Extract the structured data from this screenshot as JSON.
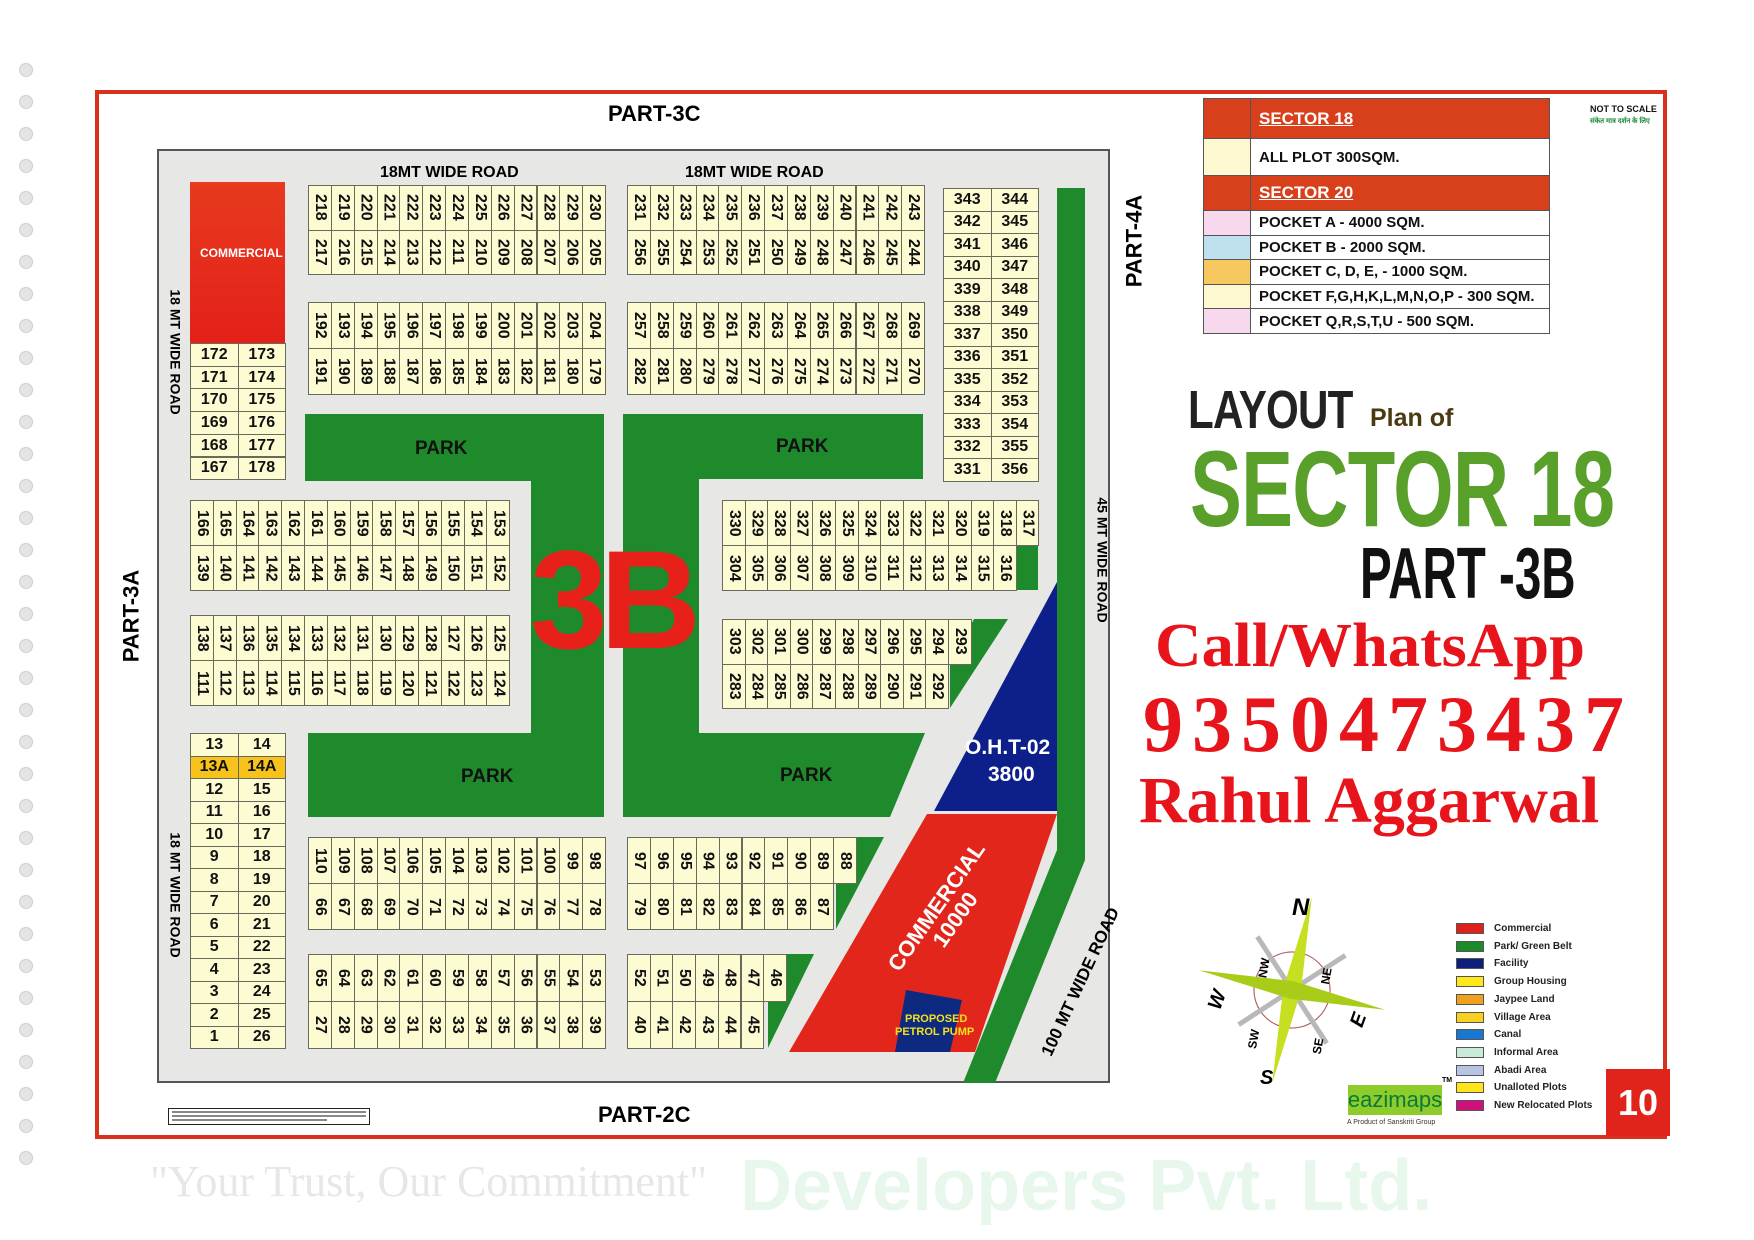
{
  "title": {
    "layout": "LAYOUT",
    "plan_of": "Plan of",
    "sector": "SECTOR 18",
    "part": "PART -3B"
  },
  "contact": {
    "call": "Call/WhatsApp",
    "phone": "9350473437",
    "name": "Rahul Aggarwal"
  },
  "not_to_scale": "NOT TO SCALE",
  "not_to_scale_hindi": "संकेत मात्र दर्शन के लिए",
  "page_number": "10",
  "parts": {
    "top": "PART-3C",
    "bottom": "PART-2C",
    "left": "PART-3A",
    "right": "PART-4A"
  },
  "roads": {
    "top_left": "18MT WIDE ROAD",
    "top_right": "18MT WIDE ROAD",
    "left_upper": "18 MT WIDE ROAD",
    "left_lower": "18 MT WIDE ROAD",
    "right": "45 MT WIDE ROAD",
    "diagonal": "100 MT WIDE ROAD"
  },
  "areas": {
    "commercial_small": "COMMERCIAL",
    "park1": "PARK",
    "park2": "PARK",
    "park3": "PARK",
    "park4": "PARK",
    "big_label": "3B",
    "oht_name": "O.H.T-02",
    "oht_area": "3800",
    "commercial_big": "COMMERCIAL",
    "commercial_big_area": "10000",
    "petrol1": "PROPOSED",
    "petrol2": "PETROL PUMP"
  },
  "watermark": {
    "company": "Developers Pvt. Ltd.",
    "tagline": "\"Your Trust, Our Commitment\""
  },
  "size_table": {
    "sector18_header": "SECTOR 18",
    "sector18_row": "ALL PLOT  300SQM.",
    "sector20_header": "SECTOR 20",
    "rows": [
      {
        "label": "POCKET A    -  4000 SQM.",
        "color": "#f8d8ec"
      },
      {
        "label": "POCKET B    -  2000 SQM.",
        "color": "#bfe0ef"
      },
      {
        "label": "POCKET C, D, E, - 1000 SQM.",
        "color": "#f8c860"
      },
      {
        "label": "POCKET   F,G,H,K,L,M,N,O,P  -  300 SQM.",
        "color": "#fdf8d0"
      },
      {
        "label": "POCKET Q,R,S,T,U   -  500 SQM.",
        "color": "#f8d8ec"
      }
    ]
  },
  "legend": [
    {
      "label": "Commercial",
      "color": "#e0201b"
    },
    {
      "label": "Park/ Green Belt",
      "color": "#1a8a2a"
    },
    {
      "label": "Facility",
      "color": "#0d1f7a"
    },
    {
      "label": "Group Housing",
      "color": "#ffe81a"
    },
    {
      "label": "Jaypee Land",
      "color": "#f0a020"
    },
    {
      "label": "Village Area",
      "color": "#f8d020"
    },
    {
      "label": "Canal",
      "color": "#1878d0"
    },
    {
      "label": "Informal Area",
      "color": "#c8ecd8"
    },
    {
      "label": "Abadi Area",
      "color": "#b8c4e4"
    },
    {
      "label": "Unalloted Plots",
      "color": "#ffe41a"
    },
    {
      "label": "New Relocated Plots",
      "color": "#d0107a"
    }
  ],
  "compass": {
    "n": "N",
    "s": "S",
    "e": "E",
    "w": "W",
    "ne": "NE",
    "nw": "NW",
    "se": "SE",
    "sw": "SW"
  },
  "brand": {
    "name": "eazimaps",
    "tm": "TM",
    "tagline": "A Product of Sanskriti Group"
  },
  "plot_blocks": {
    "A": {
      "top": [
        "218",
        "219",
        "220",
        "221",
        "222",
        "223",
        "224",
        "225",
        "226",
        "227",
        "228",
        "229",
        "230"
      ],
      "bottom": [
        "217",
        "216",
        "215",
        "214",
        "213",
        "212",
        "211",
        "210",
        "209",
        "208",
        "207",
        "206",
        "205"
      ]
    },
    "B": {
      "top": [
        "231",
        "232",
        "233",
        "234",
        "235",
        "236",
        "237",
        "238",
        "239",
        "240",
        "241",
        "242",
        "243"
      ],
      "bottom": [
        "256",
        "255",
        "254",
        "253",
        "252",
        "251",
        "250",
        "249",
        "248",
        "247",
        "246",
        "245",
        "244"
      ]
    },
    "C": {
      "top": [
        "192",
        "193",
        "194",
        "195",
        "196",
        "197",
        "198",
        "199",
        "200",
        "201",
        "202",
        "203",
        "204"
      ],
      "bottom": [
        "191",
        "190",
        "189",
        "188",
        "187",
        "186",
        "185",
        "184",
        "183",
        "182",
        "181",
        "180",
        "179"
      ]
    },
    "D": {
      "top": [
        "257",
        "258",
        "259",
        "260",
        "261",
        "262",
        "263",
        "264",
        "265",
        "266",
        "267",
        "268",
        "269"
      ],
      "bottom": [
        "282",
        "281",
        "280",
        "279",
        "278",
        "277",
        "276",
        "275",
        "274",
        "273",
        "272",
        "271",
        "270"
      ]
    },
    "G": {
      "top": [
        "166",
        "165",
        "164",
        "163",
        "162",
        "161",
        "160",
        "159",
        "158",
        "157",
        "156",
        "155",
        "154",
        "153"
      ],
      "bottom": [
        "139",
        "140",
        "141",
        "142",
        "143",
        "144",
        "145",
        "146",
        "147",
        "148",
        "149",
        "150",
        "151",
        "152"
      ]
    },
    "H": {
      "top": [
        "138",
        "137",
        "136",
        "135",
        "134",
        "133",
        "132",
        "131",
        "130",
        "129",
        "128",
        "127",
        "126",
        "125"
      ],
      "bottom": [
        "111",
        "112",
        "113",
        "114",
        "115",
        "116",
        "117",
        "118",
        "119",
        "120",
        "121",
        "122",
        "123",
        "124"
      ]
    },
    "I": {
      "top": [
        "330",
        "329",
        "328",
        "327",
        "326",
        "325",
        "324",
        "323",
        "322",
        "321",
        "320",
        "319",
        "318",
        "317"
      ],
      "bottom": [
        "304",
        "305",
        "306",
        "307",
        "308",
        "309",
        "310",
        "311",
        "312",
        "313",
        "314",
        "315",
        "316"
      ]
    },
    "J": {
      "top": [
        "303",
        "302",
        "301",
        "300",
        "299",
        "298",
        "297",
        "296",
        "295",
        "294",
        "293"
      ],
      "bottom": [
        "283",
        "284",
        "285",
        "286",
        "287",
        "288",
        "289",
        "290",
        "291",
        "292"
      ]
    },
    "L": {
      "top": [
        "110",
        "109",
        "108",
        "107",
        "106",
        "105",
        "104",
        "103",
        "102",
        "101",
        "100",
        "99",
        "98"
      ],
      "bottom": [
        "66",
        "67",
        "68",
        "69",
        "70",
        "71",
        "72",
        "73",
        "74",
        "75",
        "76",
        "77",
        "78"
      ]
    },
    "M": {
      "top": [
        "97",
        "96",
        "95",
        "94",
        "93",
        "92",
        "91",
        "90",
        "89",
        "88"
      ],
      "bottom": [
        "79",
        "80",
        "81",
        "82",
        "83",
        "84",
        "85",
        "86",
        "87"
      ]
    },
    "N": {
      "top": [
        "65",
        "64",
        "63",
        "62",
        "61",
        "60",
        "59",
        "58",
        "57",
        "56",
        "55",
        "54",
        "53"
      ],
      "bottom": [
        "27",
        "28",
        "29",
        "30",
        "31",
        "32",
        "33",
        "34",
        "35",
        "36",
        "37",
        "38",
        "39"
      ]
    },
    "O": {
      "top": [
        "52",
        "51",
        "50",
        "49",
        "48",
        "47",
        "46"
      ],
      "bottom": [
        "40",
        "41",
        "42",
        "43",
        "44",
        "45"
      ]
    },
    "E": {
      "rows": [
        [
          "343",
          "344"
        ],
        [
          "342",
          "345"
        ],
        [
          "341",
          "346"
        ],
        [
          "340",
          "347"
        ],
        [
          "339",
          "348"
        ],
        [
          "338",
          "349"
        ],
        [
          "337",
          "350"
        ],
        [
          "336",
          "351"
        ],
        [
          "335",
          "352"
        ],
        [
          "334",
          "353"
        ],
        [
          "333",
          "354"
        ],
        [
          "332",
          "355"
        ],
        [
          "331",
          "356"
        ]
      ]
    },
    "F": {
      "rows": [
        [
          "172",
          "173"
        ],
        [
          "171",
          "174"
        ],
        [
          "170",
          "175"
        ],
        [
          "169",
          "176"
        ],
        [
          "168",
          "177"
        ],
        [
          "167",
          "178"
        ]
      ]
    },
    "K": {
      "rows": [
        [
          "13",
          "14"
        ],
        [
          "13A",
          "14A"
        ],
        [
          "12",
          "15"
        ],
        [
          "11",
          "16"
        ],
        [
          "10",
          "17"
        ],
        [
          "9",
          "18"
        ],
        [
          "8",
          "19"
        ],
        [
          "7",
          "20"
        ],
        [
          "6",
          "21"
        ],
        [
          "5",
          "22"
        ],
        [
          "4",
          "23"
        ],
        [
          "3",
          "24"
        ],
        [
          "2",
          "25"
        ],
        [
          "1",
          "26"
        ]
      ]
    }
  },
  "highlighted_plots": [
    "13A",
    "14A"
  ]
}
